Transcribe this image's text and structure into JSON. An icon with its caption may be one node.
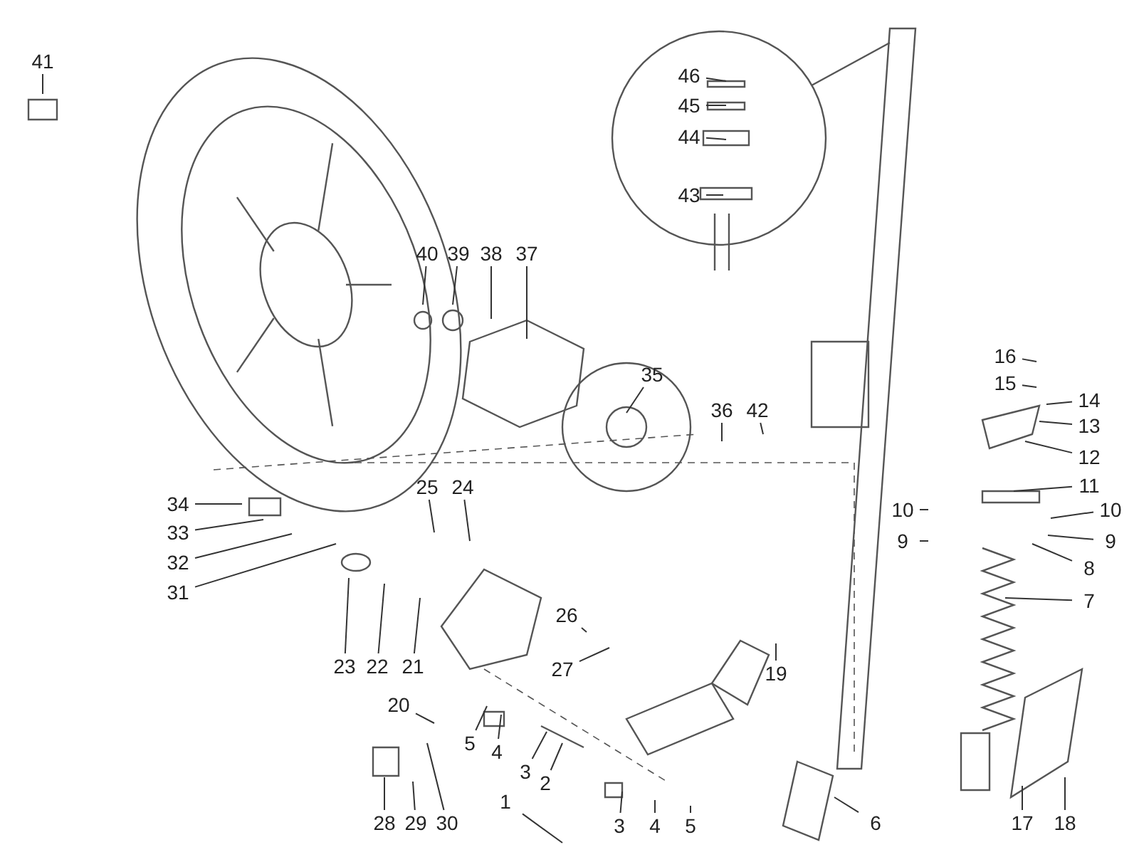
{
  "diagram": {
    "nodes": [
      {
        "text": [
          "41"
        ]
      },
      {
        "text": [
          "46"
        ]
      },
      {
        "text": [
          "45"
        ]
      },
      {
        "text": [
          "44"
        ]
      },
      {
        "text": [
          "43"
        ]
      },
      {
        "text": [
          "40"
        ]
      },
      {
        "text": [
          "39"
        ]
      },
      {
        "text": [
          "38"
        ]
      },
      {
        "text": [
          "37"
        ]
      },
      {
        "text": [
          "35"
        ]
      },
      {
        "text": [
          "36"
        ]
      },
      {
        "text": [
          "42"
        ]
      },
      {
        "text": [
          "16"
        ]
      },
      {
        "text": [
          "15"
        ]
      },
      {
        "text": [
          "14"
        ]
      },
      {
        "text": [
          "13"
        ]
      },
      {
        "text": [
          "12"
        ]
      },
      {
        "text": [
          "11"
        ]
      },
      {
        "text": [
          "10"
        ]
      },
      {
        "text": [
          "10"
        ]
      },
      {
        "text": [
          "9"
        ]
      },
      {
        "text": [
          "9"
        ]
      },
      {
        "text": [
          "8"
        ]
      },
      {
        "text": [
          "7"
        ]
      },
      {
        "text": [
          "34"
        ]
      },
      {
        "text": [
          "33"
        ]
      },
      {
        "text": [
          "32"
        ]
      },
      {
        "text": [
          "31"
        ]
      },
      {
        "text": [
          "25"
        ]
      },
      {
        "text": [
          "24"
        ]
      },
      {
        "text": [
          "26"
        ]
      },
      {
        "text": [
          "23"
        ]
      },
      {
        "text": [
          "22"
        ]
      },
      {
        "text": [
          "21"
        ]
      },
      {
        "text": [
          "20"
        ]
      },
      {
        "text": [
          "27"
        ]
      },
      {
        "text": [
          "19"
        ]
      },
      {
        "text": [
          "5"
        ]
      },
      {
        "text": [
          "4"
        ]
      },
      {
        "text": [
          "3"
        ]
      },
      {
        "text": [
          "2"
        ]
      },
      {
        "text": [
          "1"
        ]
      },
      {
        "text": [
          "3"
        ]
      },
      {
        "text": [
          "4"
        ]
      },
      {
        "text": [
          "5"
        ]
      },
      {
        "text": [
          "6"
        ]
      },
      {
        "text": [
          "17"
        ]
      },
      {
        "text": [
          "18"
        ]
      },
      {
        "text": [
          "28"
        ]
      },
      {
        "text": [
          "29"
        ]
      },
      {
        "text": [
          "30"
        ]
      }
    ],
    "edges": [
      {
        "from": 0,
        "to": null,
        "arrow": "none"
      },
      {
        "from": 1,
        "to": null,
        "arrow": "none"
      },
      {
        "from": 2,
        "to": null,
        "arrow": "none"
      },
      {
        "from": 3,
        "to": null,
        "arrow": "none"
      },
      {
        "from": 4,
        "to": null,
        "arrow": "none"
      },
      {
        "from": 5,
        "to": null,
        "arrow": "none"
      },
      {
        "from": 6,
        "to": null,
        "arrow": "none"
      },
      {
        "from": 7,
        "to": null,
        "arrow": "none"
      },
      {
        "from": 8,
        "to": null,
        "arrow": "none"
      },
      {
        "from": 9,
        "to": null,
        "arrow": "none"
      },
      {
        "from": 10,
        "to": null,
        "arrow": "none"
      },
      {
        "from": 11,
        "to": null,
        "arrow": "none"
      },
      {
        "from": 12,
        "to": null,
        "arrow": "none"
      },
      {
        "from": 13,
        "to": null,
        "arrow": "none"
      },
      {
        "from": 14,
        "to": null,
        "arrow": "none"
      },
      {
        "from": 15,
        "to": null,
        "arrow": "none"
      },
      {
        "from": 16,
        "to": null,
        "arrow": "none"
      },
      {
        "from": 17,
        "to": null,
        "arrow": "none"
      },
      {
        "from": 18,
        "to": null,
        "arrow": "none"
      },
      {
        "from": 19,
        "to": null,
        "arrow": "none"
      },
      {
        "from": 20,
        "to": null,
        "arrow": "none"
      },
      {
        "from": 21,
        "to": null,
        "arrow": "none"
      },
      {
        "from": 22,
        "to": null,
        "arrow": "none"
      },
      {
        "from": 23,
        "to": null,
        "arrow": "none"
      },
      {
        "from": 24,
        "to": null,
        "arrow": "none"
      },
      {
        "from": 25,
        "to": null,
        "arrow": "none"
      },
      {
        "from": 26,
        "to": null,
        "arrow": "none"
      },
      {
        "from": 27,
        "to": null,
        "arrow": "none"
      },
      {
        "from": 28,
        "to": null,
        "arrow": "none"
      },
      {
        "from": 29,
        "to": null,
        "arrow": "none"
      },
      {
        "from": 30,
        "to": null,
        "arrow": "none"
      },
      {
        "from": 31,
        "to": null,
        "arrow": "none"
      },
      {
        "from": 32,
        "to": null,
        "arrow": "none"
      },
      {
        "from": 33,
        "to": null,
        "arrow": "none"
      },
      {
        "from": 34,
        "to": null,
        "arrow": "none"
      },
      {
        "from": 35,
        "to": null,
        "arrow": "none"
      },
      {
        "from": 36,
        "to": null,
        "arrow": "none"
      },
      {
        "from": 37,
        "to": null,
        "arrow": "none"
      },
      {
        "from": 38,
        "to": null,
        "arrow": "none"
      },
      {
        "from": 39,
        "to": null,
        "arrow": "none"
      },
      {
        "from": 40,
        "to": null,
        "arrow": "none"
      },
      {
        "from": 41,
        "to": null,
        "arrow": "none"
      },
      {
        "from": 42,
        "to": null,
        "arrow": "none"
      },
      {
        "from": 43,
        "to": null,
        "arrow": "none"
      },
      {
        "from": 44,
        "to": null,
        "arrow": "none"
      },
      {
        "from": 45,
        "to": null,
        "arrow": "none"
      },
      {
        "from": 46,
        "to": null,
        "arrow": "none"
      },
      {
        "from": 47,
        "to": null,
        "arrow": "none"
      },
      {
        "from": 48,
        "to": null,
        "arrow": "none"
      },
      {
        "from": 49,
        "to": null,
        "arrow": "none"
      },
      {
        "from": 50,
        "to": null,
        "arrow": "none"
      }
    ]
  }
}
